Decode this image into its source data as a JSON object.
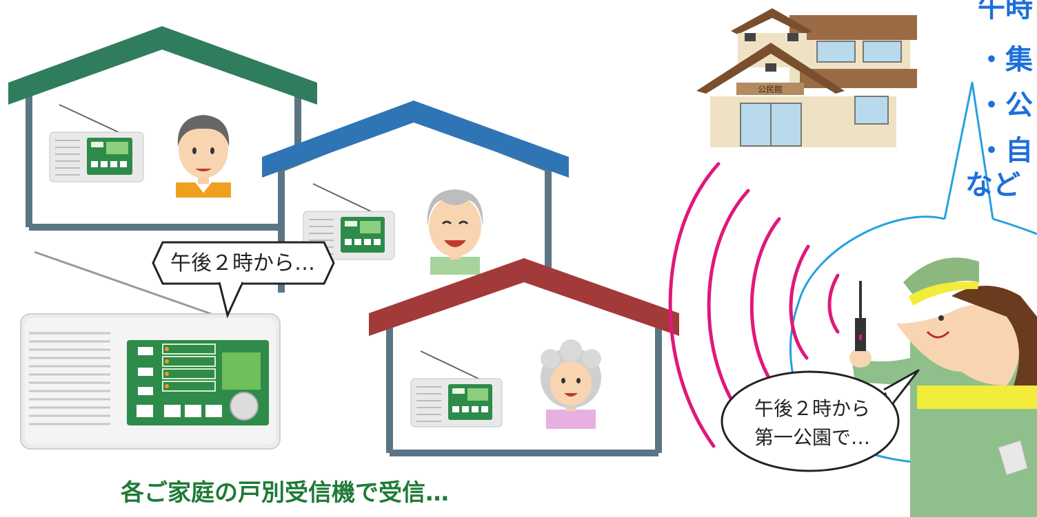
{
  "speech": {
    "receiver_bubble": "午後２時から…",
    "radio_bubble_line1": "午後２時から",
    "radio_bubble_line2": "第一公園で…"
  },
  "building": {
    "sign": "公民館"
  },
  "caption": "各ご家庭の戸別受信機で受信…",
  "right_text": {
    "line1": "午時",
    "line2": "・集",
    "line3": "・公",
    "line4": "・自",
    "line5": "など"
  },
  "colors": {
    "house_green": "#2f7d5c",
    "house_blue": "#2f75b5",
    "house_red": "#a33a3a",
    "house_wall": "#5b7585",
    "waves": "#e0187a",
    "callout": "#24a0e0",
    "caption": "#1f7a36",
    "right_text": "#1e6fd9"
  }
}
